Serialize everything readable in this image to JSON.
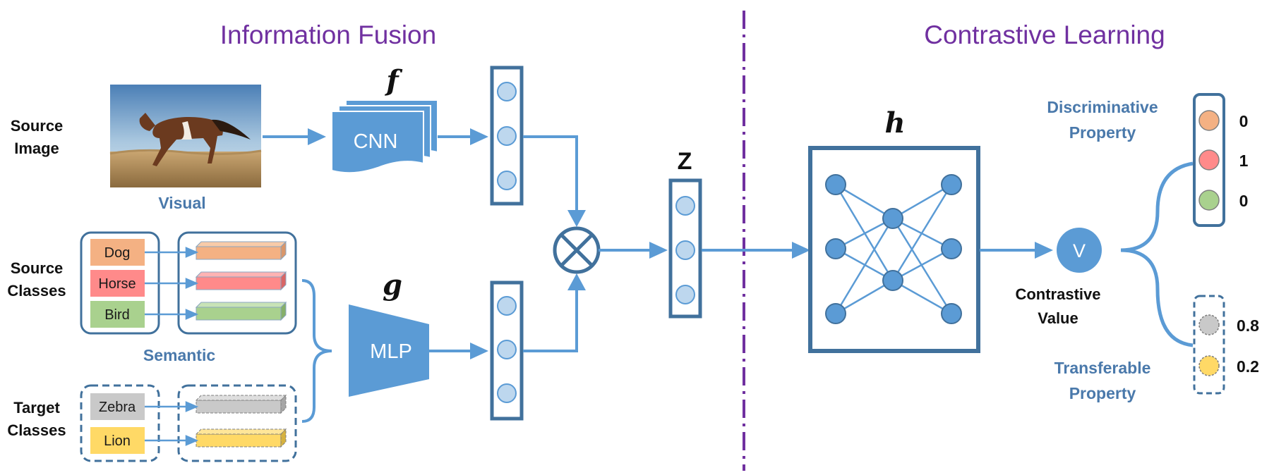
{
  "titles": {
    "left": "Information Fusion",
    "right": "Contrastive Learning"
  },
  "inputs": {
    "source_image": [
      "Source",
      "Image"
    ],
    "source_classes": [
      "Source",
      "Classes"
    ],
    "target_classes": [
      "Target",
      "Classes"
    ]
  },
  "visual_label": "Visual",
  "semantic_label": "Semantic",
  "classes": {
    "source": [
      {
        "name": "Dog",
        "color": "#f4b183"
      },
      {
        "name": "Horse",
        "color": "#ff8a8a"
      },
      {
        "name": "Bird",
        "color": "#a9d18e"
      }
    ],
    "target": [
      {
        "name": "Zebra",
        "color": "#c9c9c9"
      },
      {
        "name": "Lion",
        "color": "#ffd966"
      }
    ]
  },
  "functions": {
    "f": "f",
    "g": "g",
    "h": "h",
    "z": "Z"
  },
  "modules": {
    "cnn": "CNN",
    "mlp": "MLP"
  },
  "v_node": "V",
  "contrastive_value": [
    "Contrastive",
    "Value"
  ],
  "discriminative": {
    "label": [
      "Discriminative",
      "Property"
    ],
    "values": [
      "0",
      "1",
      "0"
    ],
    "colors": [
      "#f4b183",
      "#ff8a8a",
      "#a9d18e"
    ]
  },
  "transferable": {
    "label": [
      "Transferable",
      "Property"
    ],
    "values": [
      "0.8",
      "0.2"
    ],
    "colors": [
      "#c9c9c9",
      "#ffd966"
    ]
  },
  "colors": {
    "accent_blue": "#5b9bd5",
    "dark_blue": "#41719c",
    "title_purple": "#7030a0",
    "node_fill": "#bdd7ee"
  }
}
